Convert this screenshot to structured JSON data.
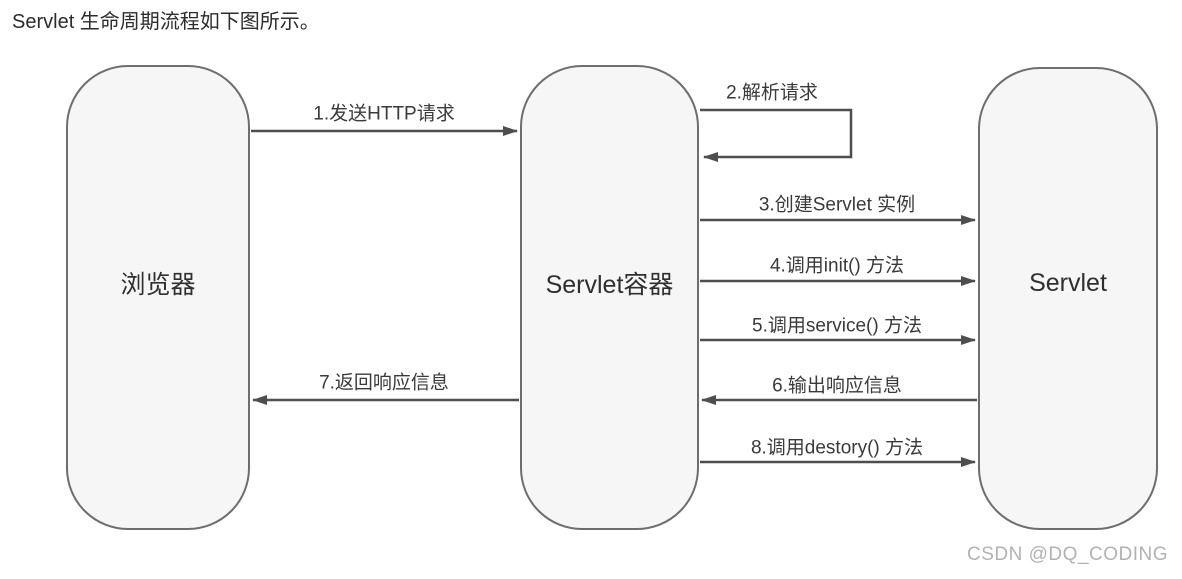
{
  "title": "Servlet 生命周期流程如下图所示。",
  "nodes": [
    {
      "id": "browser",
      "label": "浏览器"
    },
    {
      "id": "container",
      "label": "Servlet容器"
    },
    {
      "id": "servlet",
      "label": "Servlet"
    }
  ],
  "edges": [
    {
      "id": 1,
      "label": "1.发送HTTP请求",
      "from": "browser",
      "to": "container",
      "direction": "right"
    },
    {
      "id": 2,
      "label": "2.解析请求",
      "from": "container",
      "to": "container",
      "direction": "self-loop"
    },
    {
      "id": 3,
      "label": "3.创建Servlet 实例",
      "from": "container",
      "to": "servlet",
      "direction": "right"
    },
    {
      "id": 4,
      "label": "4.调用init() 方法",
      "from": "container",
      "to": "servlet",
      "direction": "right"
    },
    {
      "id": 5,
      "label": "5.调用service() 方法",
      "from": "container",
      "to": "servlet",
      "direction": "right"
    },
    {
      "id": 6,
      "label": "6.输出响应信息",
      "from": "servlet",
      "to": "container",
      "direction": "left"
    },
    {
      "id": 7,
      "label": "7.返回响应信息",
      "from": "container",
      "to": "browser",
      "direction": "left"
    },
    {
      "id": 8,
      "label": "8.调用destory() 方法",
      "from": "container",
      "to": "servlet",
      "direction": "right"
    }
  ],
  "watermark": "CSDN @DQ_CODING",
  "colors": {
    "background": "#ffffff",
    "node_fill": "#f6f6f6",
    "node_border": "#6e6e6e",
    "arrow_line": "#4e4e4e",
    "label_text": "#3a3a3a",
    "title_text": "#2d2d2d",
    "watermark_text": "#b2b2b2"
  }
}
